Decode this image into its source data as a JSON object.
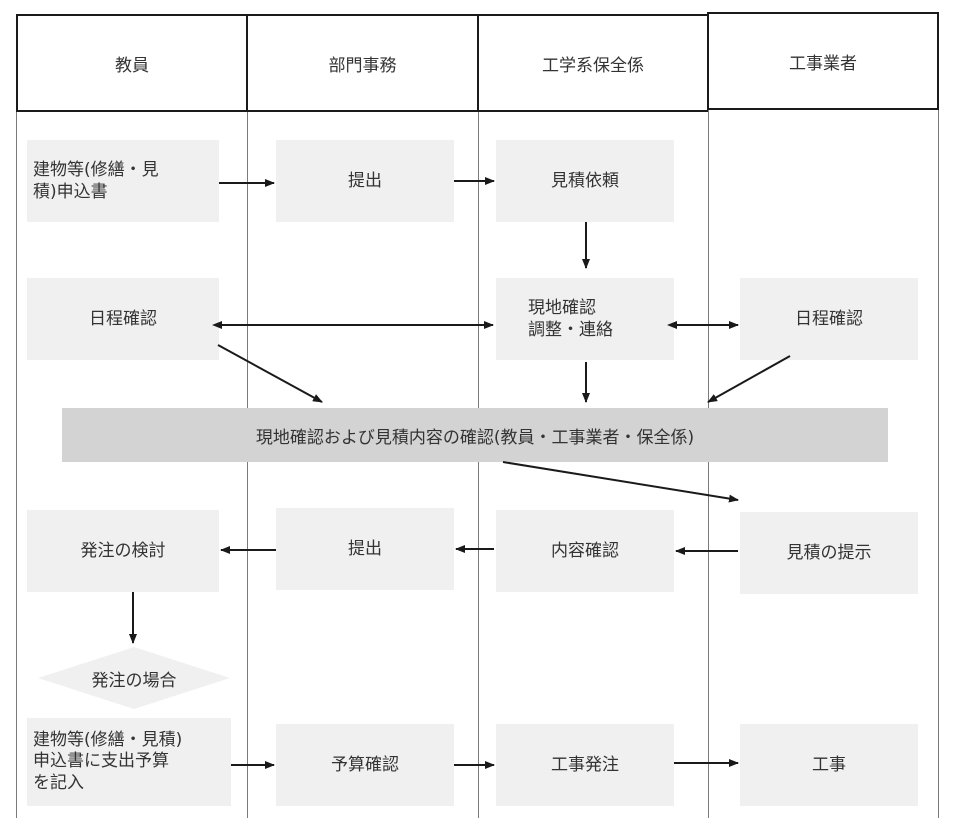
{
  "lanes": [
    "教員",
    "部門事務",
    "工学系保全係",
    "工事業者"
  ],
  "nodes": {
    "application_form": "建物等(修繕・見\n積)申込書",
    "submit_1": "提出",
    "estimate_request": "見積依頼",
    "schedule_check_teacher": "日程確認",
    "site_check_coordination": "現地確認\n調整・連絡",
    "schedule_check_contractor": "日程確認",
    "joint_confirmation": "現地確認および見積内容の確認(教員・工事業者・保全係)",
    "order_review": "発注の検討",
    "submit_2": "提出",
    "content_check": "内容確認",
    "estimate_presentation": "見積の提示",
    "order_condition": "発注の場合",
    "application_form_budget": "建物等(修繕・見積)\n申込書に支出予算\nを記入",
    "budget_check": "予算確認",
    "work_order": "工事発注",
    "construction": "工事"
  },
  "colors": {
    "node_fill": "#f0f0f0",
    "banner_fill": "#d3d3d3",
    "line": "#1a1a1a"
  }
}
